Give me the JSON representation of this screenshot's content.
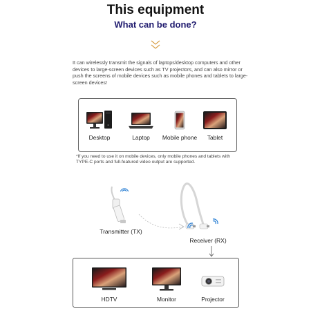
{
  "header": {
    "title": "This equipment",
    "subtitle": "What can be done?"
  },
  "description": "It can wirelessly transmit the signals of laptops/desktop computers and other devices to large-screen devices such as TV projectors, and can also mirror or push the screens of mobile devices such as mobile phones and tablets to large-screen devices!",
  "sources": [
    {
      "label": "Desktop",
      "icon": "desktop-computer-icon"
    },
    {
      "label": "Laptop",
      "icon": "laptop-icon"
    },
    {
      "label": "Mobile phone",
      "icon": "mobile-phone-icon"
    },
    {
      "label": "Tablet",
      "icon": "tablet-icon"
    }
  ],
  "note": "*If you need to use it on mobile devices, only mobile phones and tablets with TYPE-C ports and full-featured video output are supported.",
  "transmitter": {
    "label": "Transmitter (TX)",
    "icon": "usb-transmitter-icon"
  },
  "receiver": {
    "label": "Receiver (RX)",
    "icon": "usb-receiver-icon"
  },
  "outputs": [
    {
      "label": "HDTV",
      "icon": "hdtv-icon"
    },
    {
      "label": "Monitor",
      "icon": "monitor-icon"
    },
    {
      "label": "Projector",
      "icon": "projector-icon"
    }
  ],
  "colors": {
    "subtitle": "#1f1a6e",
    "chevron": "#d9a14a",
    "wifi": "#2a7fd4",
    "border": "#666666"
  }
}
